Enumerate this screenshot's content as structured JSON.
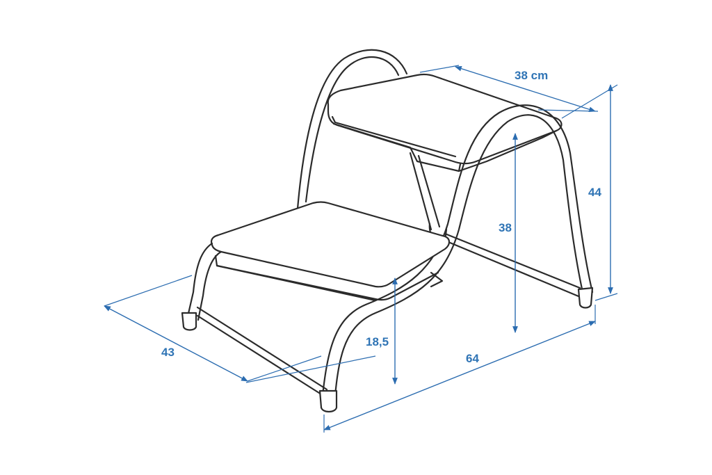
{
  "diagram": {
    "subject": "two-step stool",
    "dimension_color": "#2f74b5",
    "line_color": "#2b2b2b",
    "dimensions": {
      "top_depth": "38 cm",
      "total_height": "44",
      "top_step_height": "38",
      "lower_step_height": "18,5",
      "width": "43",
      "length": "64"
    }
  }
}
